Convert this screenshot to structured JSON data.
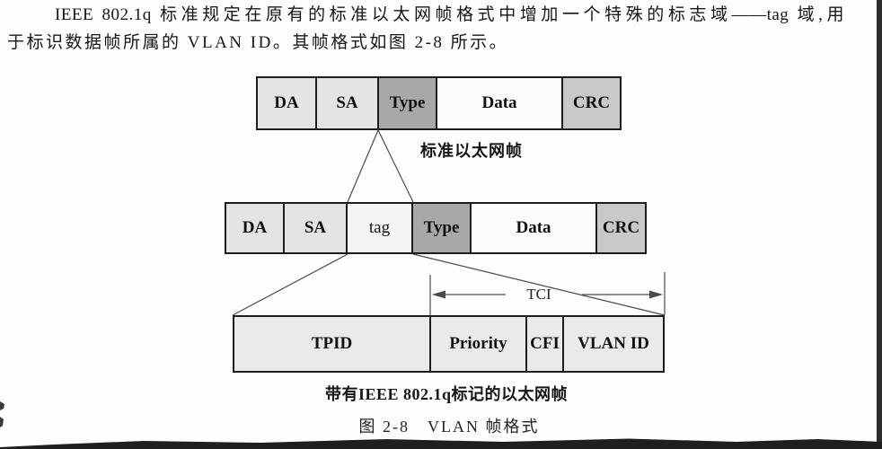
{
  "paragraph": {
    "line1": "IEEE 802.1q 标准规定在原有的标准以太网帧格式中增加一个特殊的标志域——tag 域,用",
    "line2": "于标识数据帧所属的 VLAN ID。其帧格式如图 2-8 所示。"
  },
  "standard_frame": {
    "caption": "标准以太网帧",
    "fields": [
      {
        "label": "DA"
      },
      {
        "label": "SA"
      },
      {
        "label": "Type"
      },
      {
        "label": "Data"
      },
      {
        "label": "CRC"
      }
    ]
  },
  "tagged_frame": {
    "fields": [
      {
        "label": "DA"
      },
      {
        "label": "SA"
      },
      {
        "label": "tag"
      },
      {
        "label": "Type"
      },
      {
        "label": "Data"
      },
      {
        "label": "CRC"
      }
    ]
  },
  "tag_detail": {
    "tci_label": "TCI",
    "caption": "带有IEEE 802.1q标记的以太网帧",
    "fields": [
      {
        "label": "TPID"
      },
      {
        "label": "Priority"
      },
      {
        "label": "CFI"
      },
      {
        "label": "VLAN ID"
      }
    ]
  },
  "figure_caption": "图 2-8　VLAN 帧格式",
  "colors": {
    "field_light_gray": "#e4e4e4",
    "field_tag": "#f4f4f4",
    "field_type": "#a8a8a8",
    "field_data": "#fcfcfc",
    "field_crc": "#c9c9c9",
    "field_detail": "#eaeaea",
    "frame_border": "#1c1c1c",
    "connector_line": "#4a4a4a",
    "scan_edge": "#2c2c2c"
  }
}
